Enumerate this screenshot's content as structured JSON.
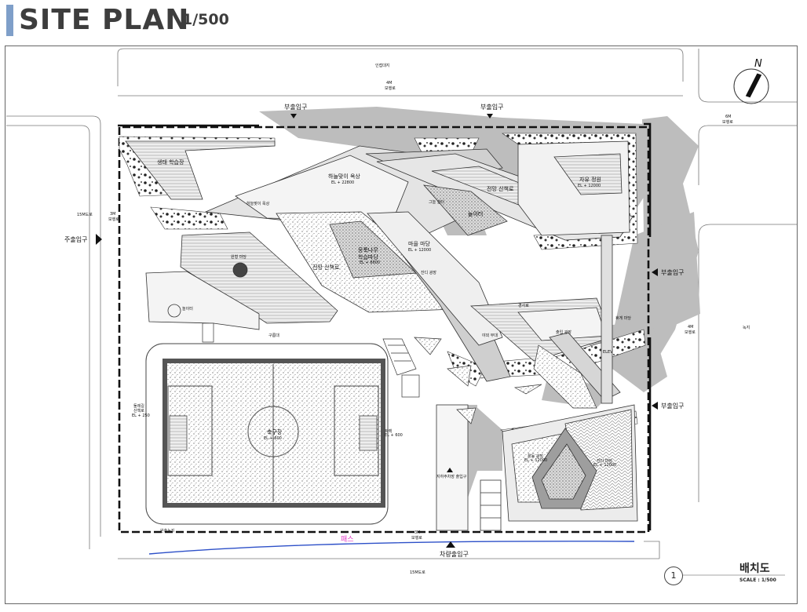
{
  "header": {
    "title": "SITE PLAN",
    "scale": "1/500"
  },
  "footer": {
    "drawing_title": "배치도",
    "drawing_number": "1",
    "scale_note": "SCALE : 1/500"
  },
  "north": {
    "label": "N"
  },
  "roads": {
    "top_small": "인접대지",
    "top_walk_width": "4M",
    "top_walk": "보행로",
    "left_road": "15M도로",
    "left_walk_width": "3M",
    "left_walk": "보행로",
    "right_walk_width": "4M",
    "right_walk": "보행로",
    "right_green": "녹지",
    "topright_walk_width": "6M",
    "topright_walk": "보행로",
    "bottom_walk_width": "3M",
    "bottom_walk": "보행로",
    "bottom_road": "15M도로",
    "bottom_green": "완충녹지",
    "bottom_path": "패스"
  },
  "entrances": {
    "main": "주출입구",
    "sub_top_left": "부출입구",
    "sub_top_right": "부출입구",
    "sub_right_1": "부출입구",
    "sub_right_2": "부출입구",
    "vehicle": "차량출입구",
    "parking": "지하주차장 출입구"
  },
  "zones": {
    "eco": "생태 학습장",
    "sky_roof": "하늘맞이 옥상",
    "sky_roof_el": "EL + 22800",
    "sky_bridge": "하늘맞이 옥상",
    "observe": "전망 산책로",
    "observe_right": "전망 산책로",
    "free_garden": "자유 정원",
    "free_garden_el": "EL + 12000",
    "play_top": "놀이터",
    "cloud": "그늘 쉼터",
    "circle": "원형 마당",
    "tree_yard": "뭉툭나무",
    "tree_yard_2": "학습마당",
    "tree_el": "EL + 6600",
    "village": "마을 마당",
    "village_el": "EL + 12000",
    "lawn_rest": "잔디 광장",
    "field": "축구장",
    "field_el": "EL + 600",
    "track_left": "둘레길",
    "track_left_2": "산책로",
    "track_left_el": "EL + 250",
    "track_right": "트랙",
    "track_right_el": "EL + 600",
    "playground": "놀이터",
    "rest": "구름대",
    "activity": "야외 무대",
    "lower_a": "활동 광장",
    "lower_b": "잔디 마당",
    "lower_b_el": "EL + 12000",
    "lower_a_el": "EL + 12000",
    "exit_plaza": "출입 광장",
    "right_yard": "휴게 마당",
    "ramp": "경사로",
    "elev": "ELEV"
  }
}
